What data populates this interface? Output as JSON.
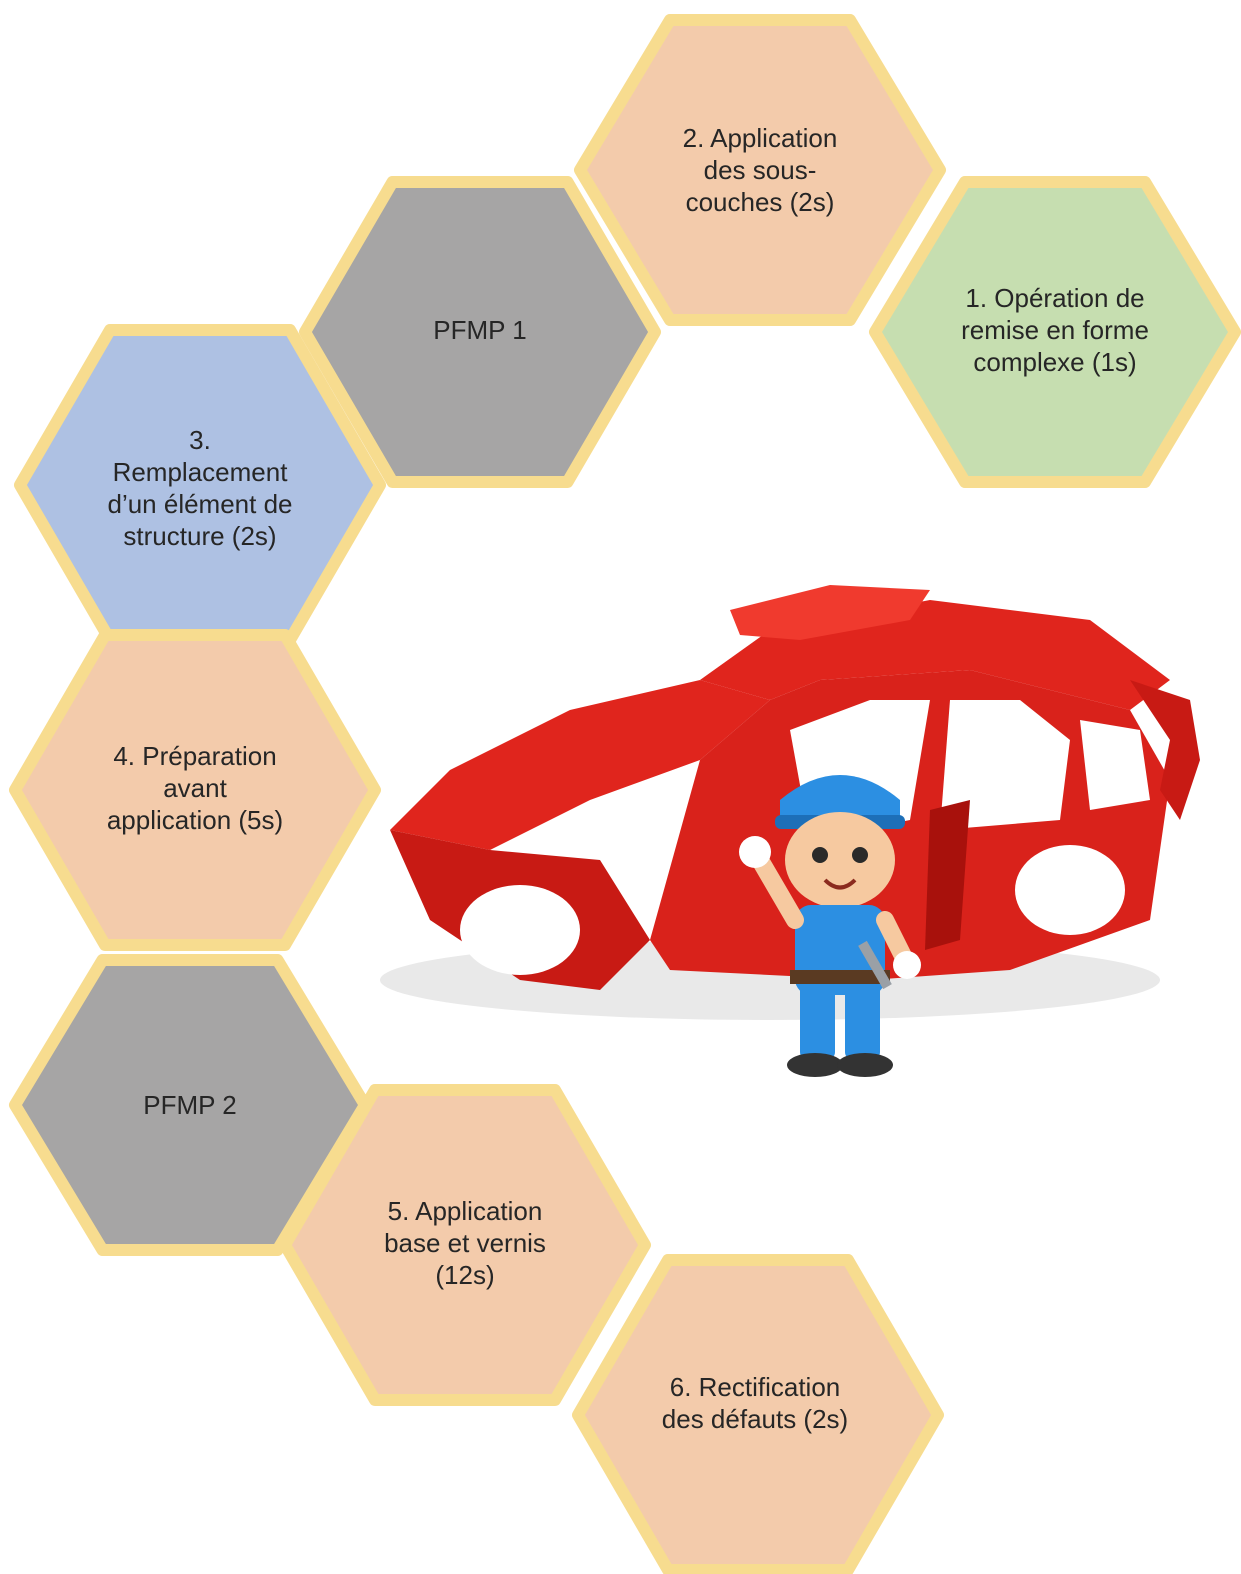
{
  "colors": {
    "border": "#f7dc8f",
    "gray": "#a6a5a5",
    "peach": "#f3cbab",
    "green": "#c6deb0",
    "blue": "#aec1e3",
    "car_body": "#e0251d",
    "car_shadow": "#a8110c",
    "mechanic_blue": "#2c8fe2"
  },
  "hexagons": [
    {
      "id": "hex-step-2",
      "color": "peach",
      "text": "2. Application\ndes sous-\ncouches (2s)"
    },
    {
      "id": "hex-pfmp-1",
      "color": "gray",
      "text": "PFMP 1"
    },
    {
      "id": "hex-step-1",
      "color": "green",
      "text": "1. Opération de\nremise en forme\ncomplexe (1s)"
    },
    {
      "id": "hex-step-3",
      "color": "blue",
      "text": "3.\nRemplacement\nd’un élément de\nstructure (2s)"
    },
    {
      "id": "hex-step-4",
      "color": "peach",
      "text": "4. Préparation\navant\napplication (5s)"
    },
    {
      "id": "hex-pfmp-2",
      "color": "gray",
      "text": "PFMP 2"
    },
    {
      "id": "hex-step-5",
      "color": "peach",
      "text": "5. Application\nbase et vernis\n(12s)"
    },
    {
      "id": "hex-step-6",
      "color": "peach",
      "text": "6. Rectification\ndes défauts (2s)"
    }
  ]
}
